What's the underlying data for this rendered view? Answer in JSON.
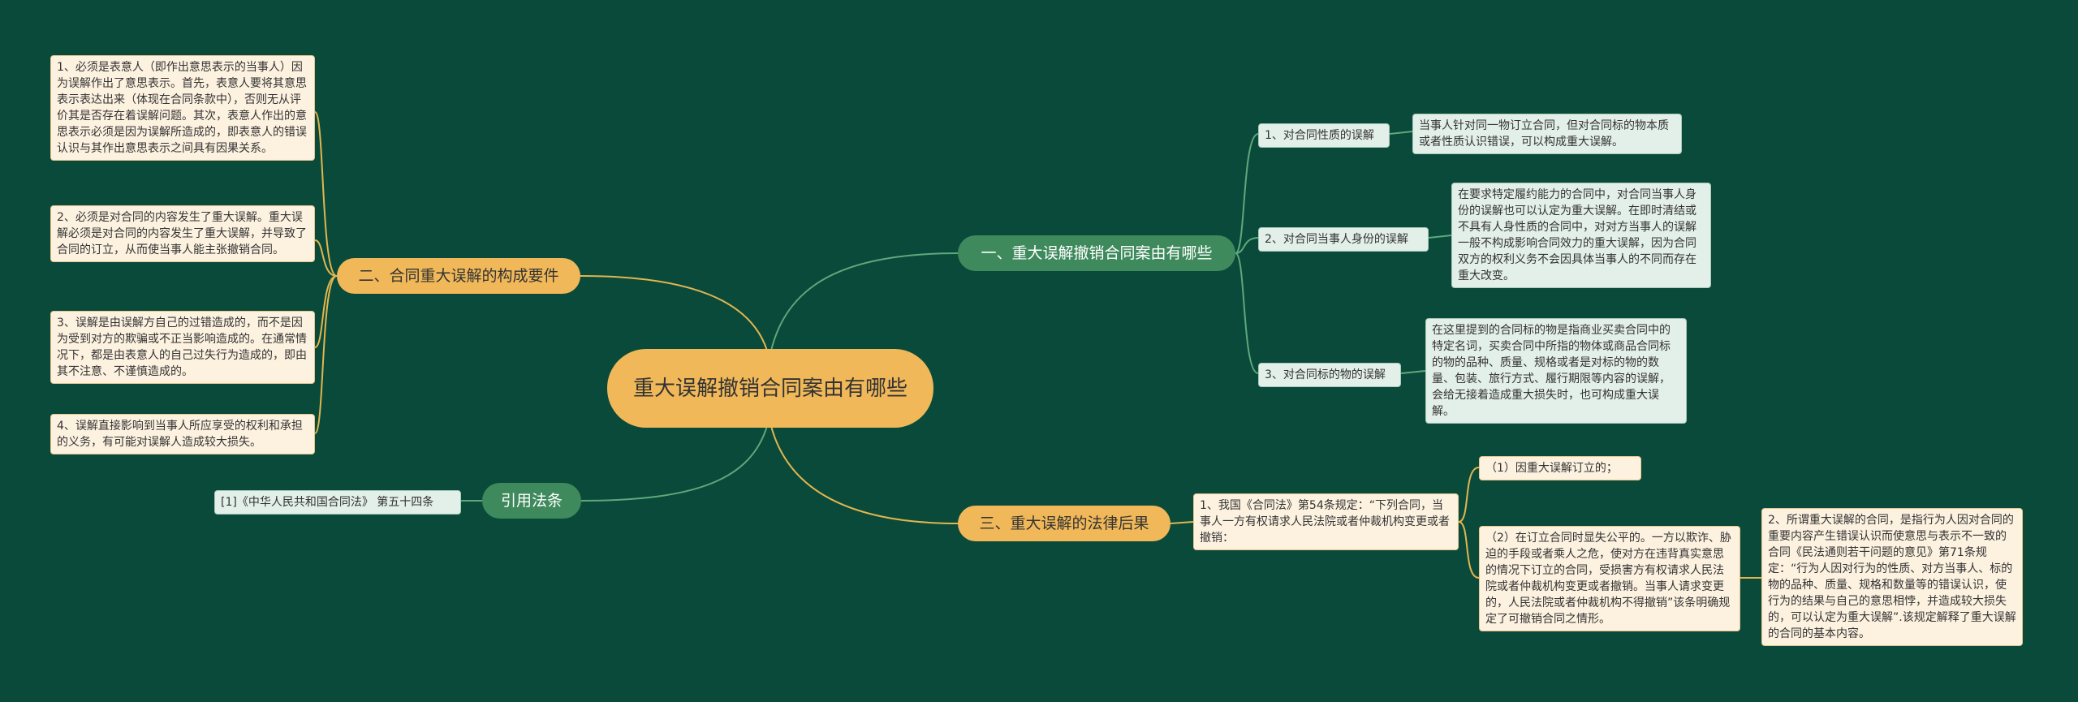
{
  "root": {
    "label": "重大误解撤销合同案由有哪些"
  },
  "branches": {
    "b1": {
      "label": "一、重大误解撤销合同案由有哪些",
      "items": [
        {
          "label": "1、对合同性质的误解",
          "detail": "当事人针对同一物订立合同，但对合同标的物本质或者性质认识错误，可以构成重大误解。"
        },
        {
          "label": "2、对合同当事人身份的误解",
          "detail": "在要求特定履约能力的合同中，对合同当事人身份的误解也可以认定为重大误解。在即时清结或不具有人身性质的合同中，对对方当事人的误解一般不构成影响合同效力的重大误解，因为合同双方的权利义务不会因具体当事人的不同而存在重大改变。"
        },
        {
          "label": "3、对合同标的物的误解",
          "detail": "在这里提到的合同标的物是指商业买卖合同中的特定名词，买卖合同中所指的物体或商品合同标的物的品种、质量、规格或者是对标的物的数量、包装、旅行方式、履行期限等内容的误解，会给无接着造成重大损失时，也可构成重大误解。"
        }
      ]
    },
    "b2": {
      "label": "二、合同重大误解的构成要件",
      "items": [
        "1、必须是表意人（即作出意思表示的当事人）因为误解作出了意思表示。首先，表意人要将其意思表示表达出来（体现在合同条款中），否则无从评价其是否存在着误解问题。其次，表意人作出的意思表示必须是因为误解所造成的，即表意人的错误认识与其作出意思表示之间具有因果关系。",
        "2、必须是对合同的内容发生了重大误解。重大误解必须是对合同的内容发生了重大误解，并导致了合同的订立，从而使当事人能主张撤销合同。",
        "3、误解是由误解方自己的过错造成的，而不是因为受到对方的欺骗或不正当影响造成的。在通常情况下，都是由表意人的自己过失行为造成的，即由其不注意、不谨慎造成的。",
        "4、误解直接影响到当事人所应享受的权利和承担的义务，有可能对误解人造成较大损失。"
      ]
    },
    "b3": {
      "label": "三、重大误解的法律后果",
      "item": "1、我国《合同法》第54条规定：“下列合同，当事人一方有权请求人民法院或者仲裁机构变更或者撤销：",
      "subs": [
        "（1）因重大误解订立的；",
        "（2）在订立合同时显失公平的。一方以欺诈、胁迫的手段或者乘人之危，使对方在违背真实意思的情况下订立的合同，受损害方有权请求人民法院或者仲裁机构变更或者撤销。当事人请求变更的，人民法院或者仲裁机构不得撤销”该条明确规定了可撤销合同之情形。"
      ],
      "note": "2、所谓重大误解的合同，是指行为人因对合同的重要内容产生错误认识而使意思与表示不一致的合同《民法通则若干问题的意见》第71条规定：“行为人因对行为的性质、对方当事人、标的物的品种、质量、规格和数量等的错误认识，使行为的结果与自己的意思相悖，并造成较大损失的，可以认定为重大误解”.该规定解释了重大误解的合同的基本内容。"
    },
    "b4": {
      "label": "引用法条",
      "item": "[1]《中华人民共和国合同法》 第五十四条"
    }
  },
  "colors": {
    "background": "#0a4a3a",
    "orange": "#f0b859",
    "green": "#3e8a5c",
    "line_yellow": "#e2b64f",
    "line_green": "#5ea97c"
  }
}
